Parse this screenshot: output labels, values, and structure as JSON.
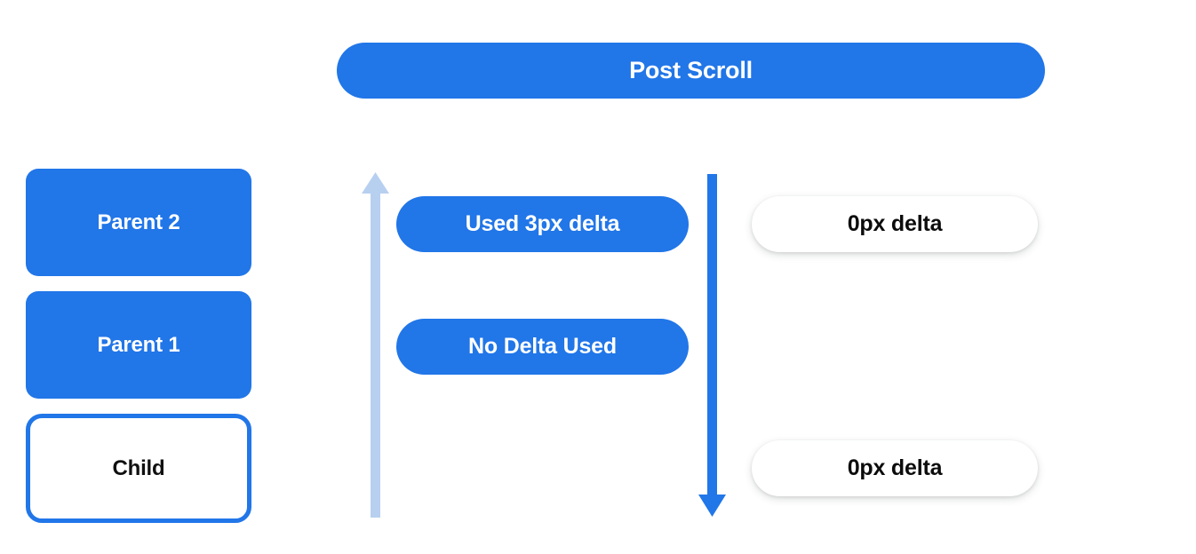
{
  "header": {
    "title": "Post Scroll",
    "color": "#2176e8",
    "text_color": "#ffffff"
  },
  "colors": {
    "primary_blue": "#2176e8",
    "light_blue": "#b8d0f0",
    "white": "#ffffff",
    "text_dark": "#101010",
    "background": "#ffffff"
  },
  "left_column": {
    "boxes": [
      {
        "label": "Parent 2",
        "style": "filled"
      },
      {
        "label": "Parent 1",
        "style": "filled"
      },
      {
        "label": "Child",
        "style": "outlined"
      }
    ]
  },
  "middle_column": {
    "pills": [
      {
        "label": "Used 3px delta"
      },
      {
        "label": "No Delta Used"
      }
    ]
  },
  "right_column": {
    "pills": [
      {
        "label": "0px delta"
      },
      {
        "label": "0px delta"
      }
    ]
  },
  "arrows": [
    {
      "name": "bubble-up-arrow",
      "direction": "up",
      "color": "#b8d0f0"
    },
    {
      "name": "dispatch-down-arrow",
      "direction": "down",
      "color": "#2176e8"
    }
  ]
}
